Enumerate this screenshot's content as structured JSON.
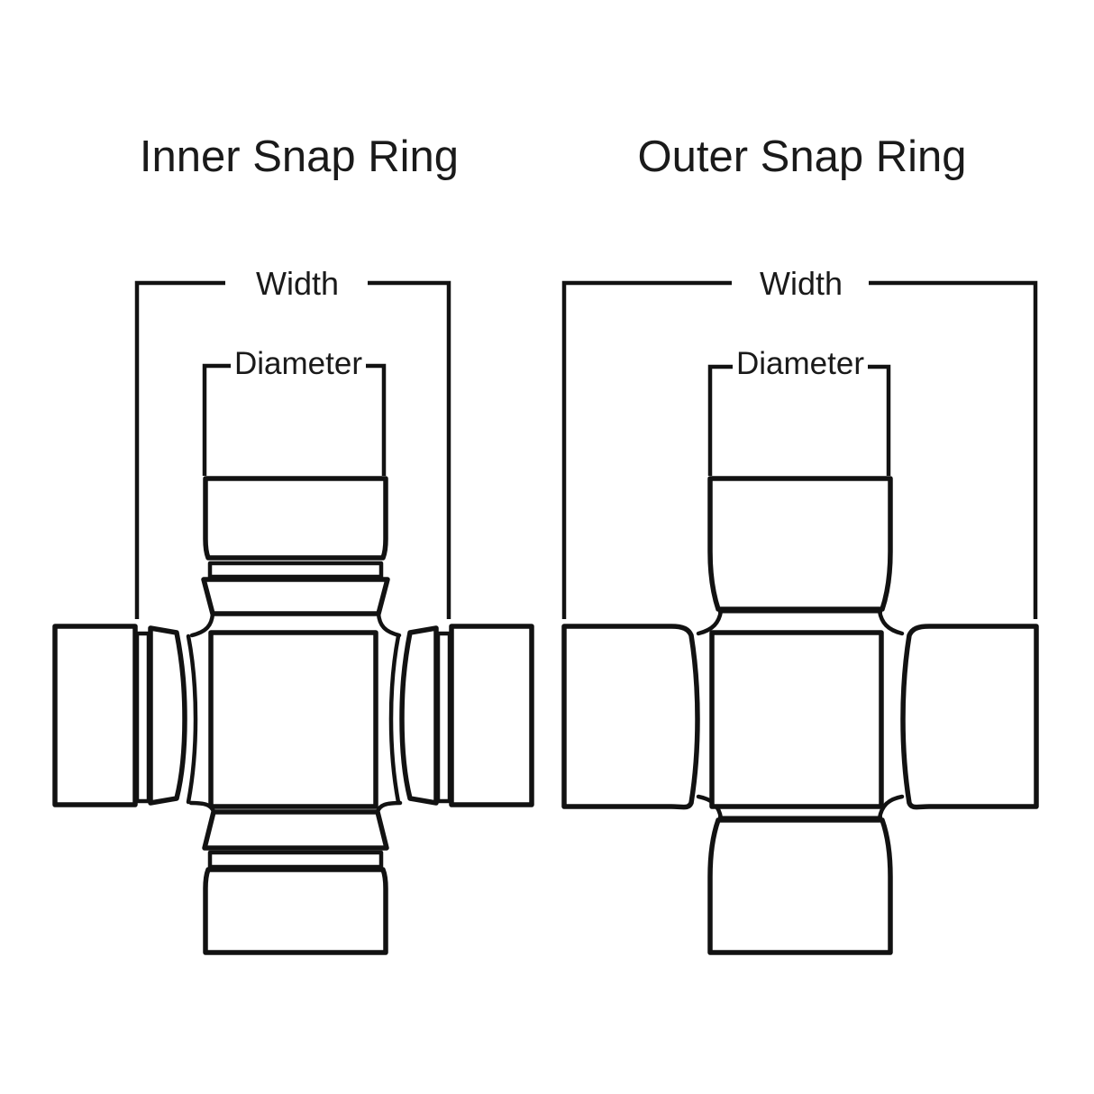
{
  "page": {
    "background": "#ffffff",
    "line_color": "#121212",
    "text_color": "#1a1a1a"
  },
  "diagrams": [
    {
      "id": "inner-snap-ring",
      "title": "Inner Snap Ring",
      "width_label": "Width",
      "diameter_label": "Diameter"
    },
    {
      "id": "outer-snap-ring",
      "title": "Outer Snap Ring",
      "width_label": "Width",
      "diameter_label": "Diameter"
    }
  ]
}
